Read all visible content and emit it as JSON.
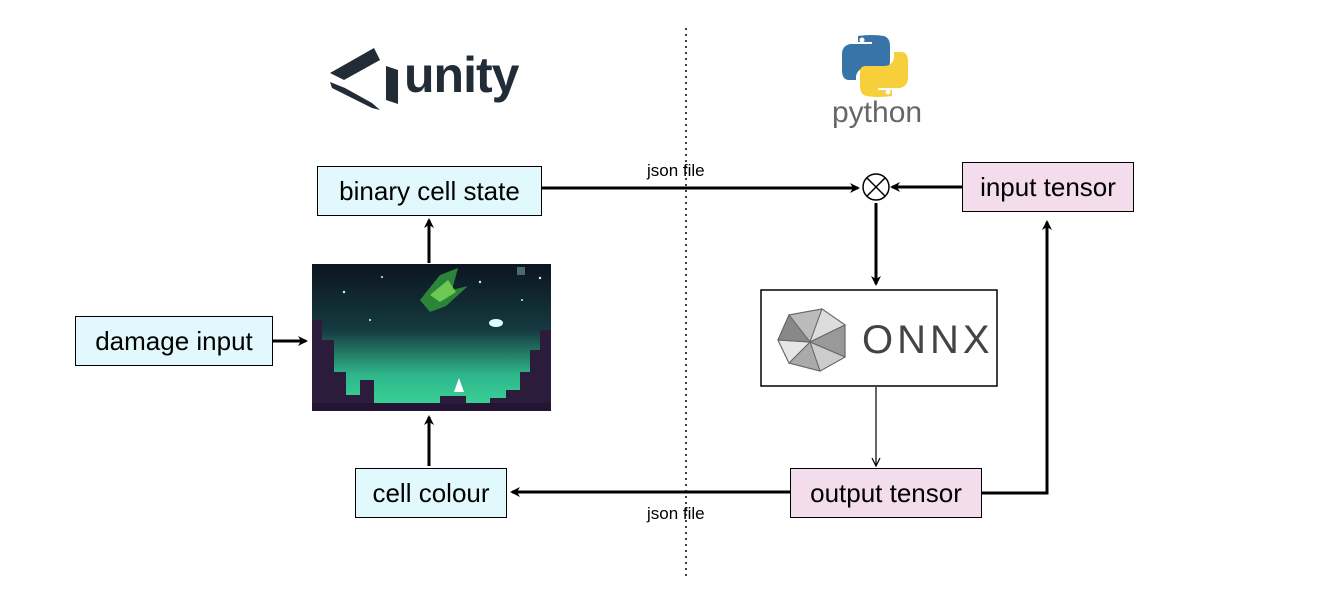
{
  "logos": {
    "left": "unity",
    "right": "python",
    "onnx": "ONNX"
  },
  "boxes": {
    "binary_cell_state": "binary cell state",
    "damage_input": "damage input",
    "cell_colour": "cell colour",
    "input_tensor": "input tensor",
    "output_tensor": "output tensor"
  },
  "edges": {
    "top_label": "json file",
    "bottom_label": "json file"
  },
  "icons": [
    "unity-logo-icon",
    "python-logo-icon",
    "onnx-logo-icon",
    "multiply-operator-icon",
    "game-screenshot"
  ],
  "colors": {
    "unity_box": "#e1f8fc",
    "python_box": "#f3dcec",
    "unity_logo": "#222c37",
    "python_blue": "#3874a8",
    "python_yellow": "#f7cf3b"
  }
}
